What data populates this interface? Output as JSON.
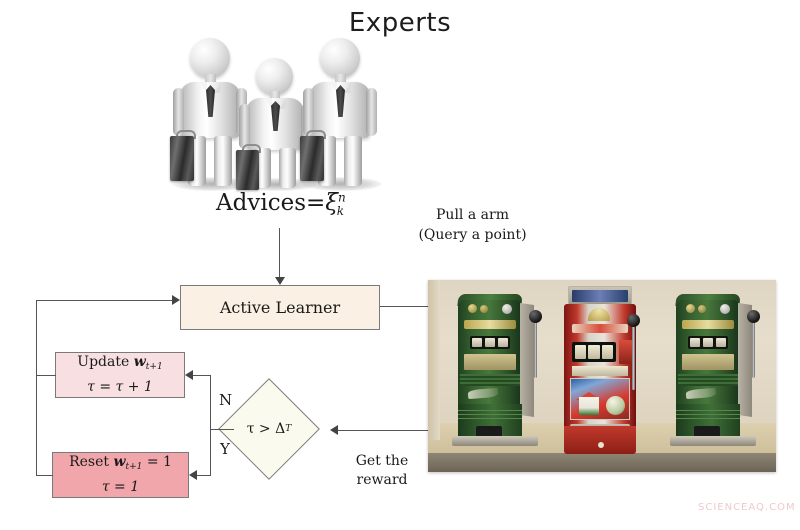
{
  "figure": {
    "title": "Experts",
    "watermark": "SCIENCEAQ.COM"
  },
  "labels": {
    "advices_prefix": "Advices=",
    "advices_symbol": "ξ",
    "advices_superscript": "n",
    "advices_subscript": "k",
    "pull_arm_line1": "Pull a arm",
    "pull_arm_line2": "(Query a point)",
    "get_reward_line1": "Get the",
    "get_reward_line2": "reward",
    "branch_no": "N",
    "branch_yes": "Y"
  },
  "nodes": {
    "active_learner": {
      "label": "Active Learner",
      "fill": "#fbf0e4"
    },
    "update": {
      "line1_prefix": "Update ",
      "line1_symbol": "w",
      "line1_subscript": "t+1",
      "line2": "τ = τ + 1",
      "fill": "#f7dfe2"
    },
    "reset": {
      "line1_prefix": "Reset ",
      "line1_symbol": "w",
      "line1_subscript": "t+1",
      "line1_suffix": " = 1",
      "line2": "τ = 1",
      "fill": "#f0a6ab"
    },
    "decision": {
      "label": "τ > Δ",
      "subscript": "T",
      "fill": "#fafaee"
    },
    "experts": {
      "count": 3,
      "description": "three grey businessman figures with ties and briefcases"
    },
    "bandit_photo": {
      "description": "three vintage slot machines, two green flanking one red"
    }
  },
  "colors": {
    "line": "#555555",
    "border": "#7a7a7a",
    "watermark": "#f0c9cc"
  }
}
